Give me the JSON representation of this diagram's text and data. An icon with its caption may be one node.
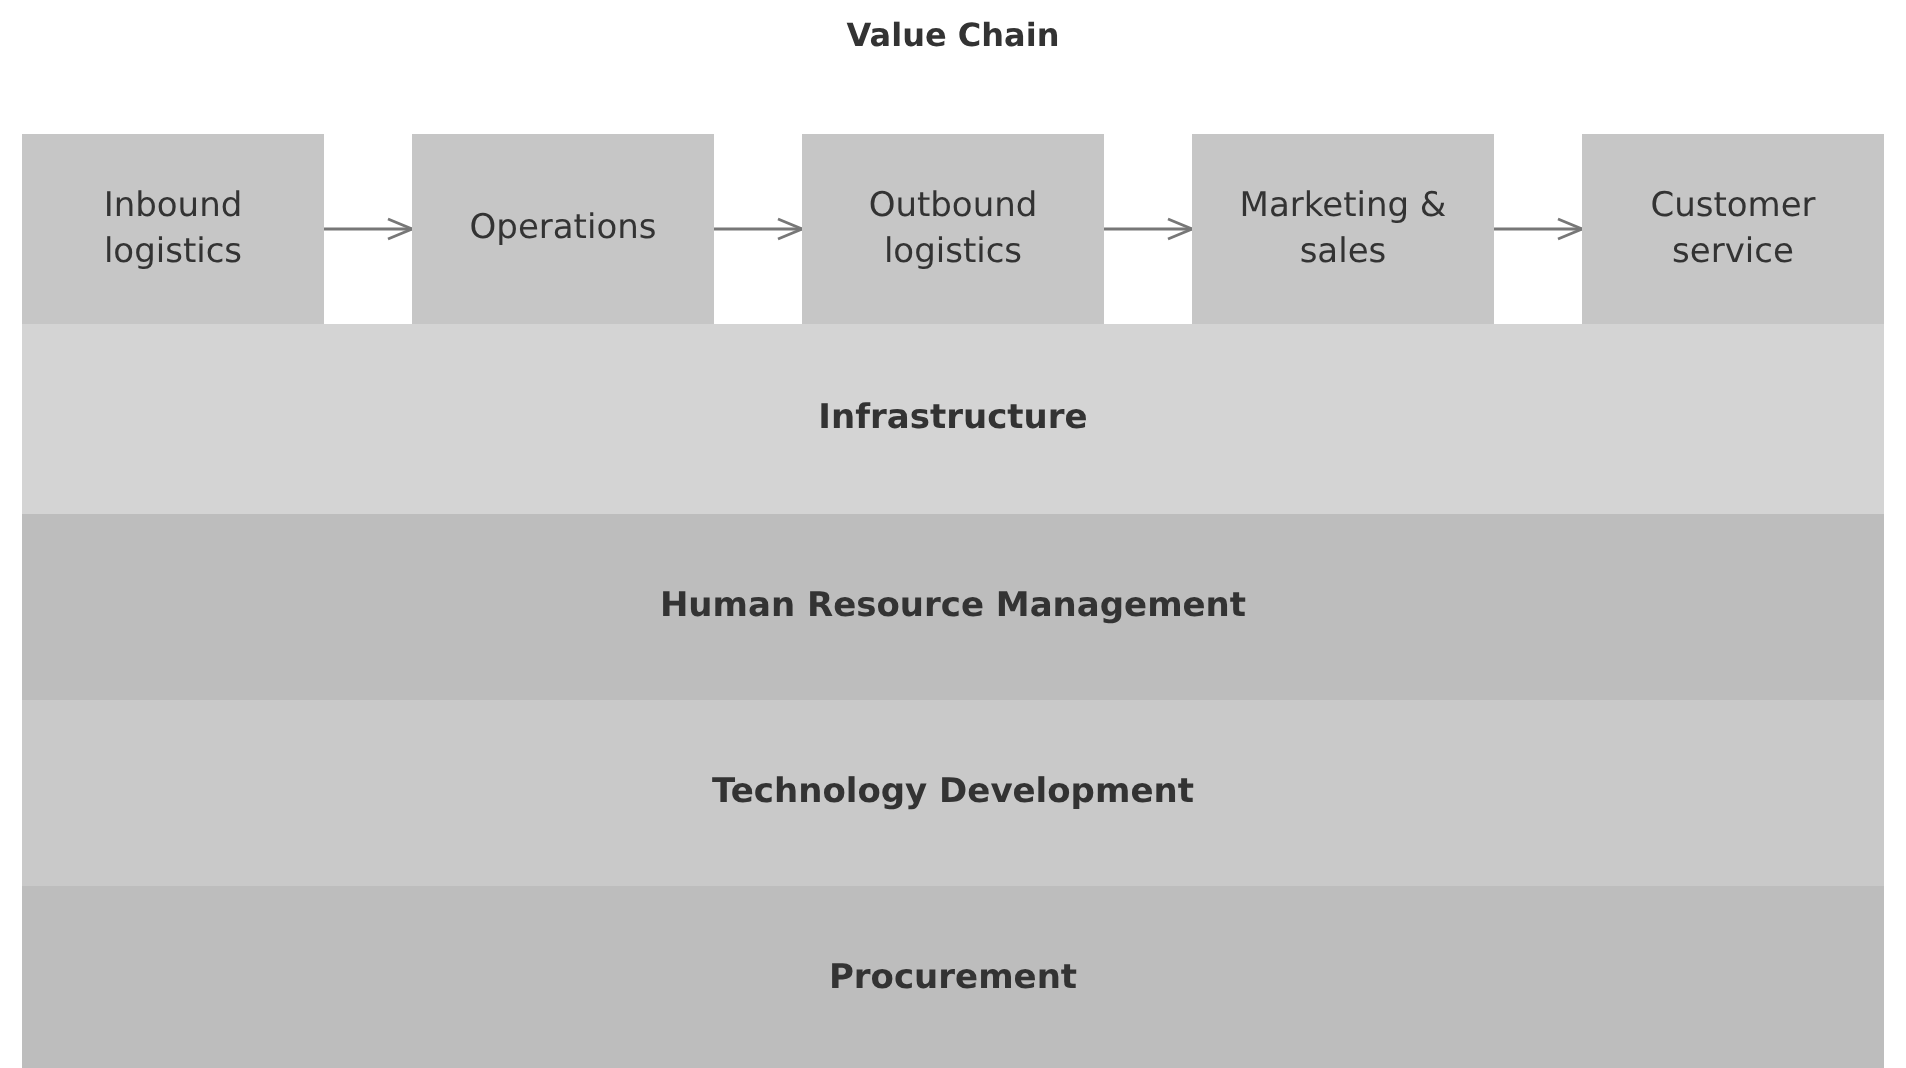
{
  "diagram": {
    "title": "Value Chain",
    "nodes": [
      {
        "text": [
          "Inbound logistics"
        ]
      },
      {
        "text": [
          "Operations"
        ]
      },
      {
        "text": [
          "Outbound logistics"
        ]
      },
      {
        "text": [
          "Marketing & sales"
        ]
      },
      {
        "text": [
          "Customer service"
        ]
      },
      {
        "text": [
          "Infrastructure"
        ]
      },
      {
        "text": [
          "Human Resource Management"
        ]
      },
      {
        "text": [
          "Technology Development"
        ]
      },
      {
        "text": [
          "Procurement"
        ]
      }
    ],
    "edges": [
      {
        "from": 0,
        "to": 1,
        "arrow": "to"
      },
      {
        "from": 1,
        "to": 2,
        "arrow": "to"
      },
      {
        "from": 2,
        "to": 3,
        "arrow": "to"
      },
      {
        "from": 3,
        "to": 4,
        "arrow": "to"
      }
    ]
  }
}
